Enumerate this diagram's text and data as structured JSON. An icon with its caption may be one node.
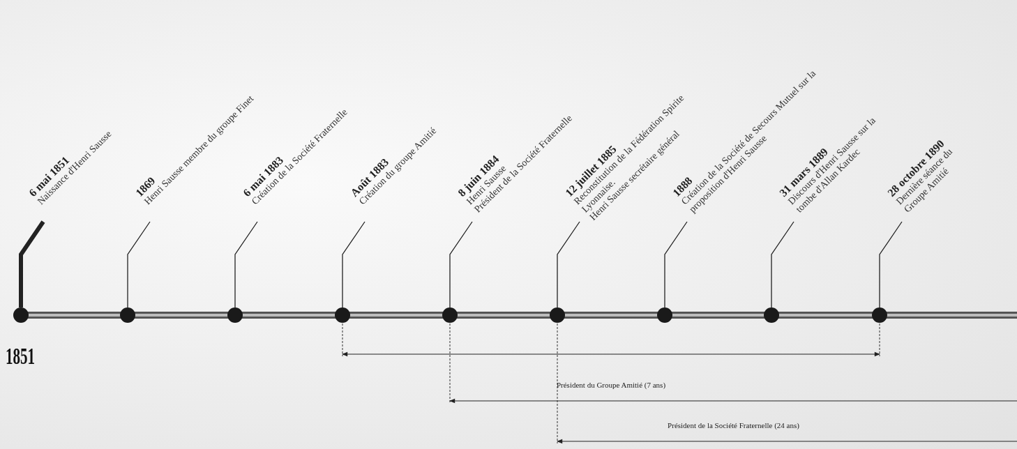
{
  "diagram": {
    "nodes": [
      {
        "text": [
          "6 mai 1851",
          "Naissance d'Henri Sausse"
        ]
      },
      {
        "text": [
          "1869",
          "Henri Sausse membre du groupe Finet"
        ]
      },
      {
        "text": [
          "6 mai 1883",
          "Création de la Société Fraternelle"
        ]
      },
      {
        "text": [
          "Août 1883",
          "Création du groupe Amitié"
        ]
      },
      {
        "text": [
          "8 juin 1884",
          "Henri Sausse",
          "Président de la Société Fraternelle"
        ]
      },
      {
        "text": [
          "12 juillet 1885",
          "Reconstitution de la Fédération Spirite Lyonnaise.",
          "Henri Sausse secrétaire général"
        ]
      },
      {
        "text": [
          "1888",
          "Création de la Société de Secours Mutuel sur la proposition d'Henri Sausse"
        ]
      },
      {
        "text": [
          "31 mars 1889",
          "Discours d'Henri Sausse sur la tombe d'Allan Kardec"
        ]
      },
      {
        "text": [
          "28 octobre 1890",
          "Dernière séance du Groupe Amitié"
        ]
      },
      {
        "text": [],
        "shape": "circle"
      },
      {
        "text": [],
        "shape": "circle"
      },
      {
        "text": [],
        "shape": "circle"
      },
      {
        "text": [],
        "shape": "circle"
      },
      {
        "text": [],
        "shape": "circle"
      },
      {
        "text": [],
        "shape": "circle"
      },
      {
        "text": [],
        "shape": "circle"
      },
      {
        "text": [],
        "shape": "circle"
      },
      {
        "text": [],
        "shape": "circle"
      }
    ],
    "edges": [
      {
        "from": 9,
        "to": 0,
        "arrow": "none",
        "style": "thick"
      },
      {
        "from": 10,
        "to": 1,
        "arrow": "none"
      },
      {
        "from": 11,
        "to": 2,
        "arrow": "none"
      },
      {
        "from": 12,
        "to": 3,
        "arrow": "none"
      },
      {
        "from": 13,
        "to": 4,
        "arrow": "none"
      },
      {
        "from": 14,
        "to": 5,
        "arrow": "none"
      },
      {
        "from": 15,
        "to": 6,
        "arrow": "none"
      },
      {
        "from": 16,
        "to": 7,
        "arrow": "none"
      },
      {
        "from": 17,
        "to": 8,
        "arrow": "none"
      }
    ],
    "labels": [
      "1851",
      "Président du Groupe Amitié (7 ans)",
      "Président de la Société Fraternelle (24 ans)"
    ]
  }
}
